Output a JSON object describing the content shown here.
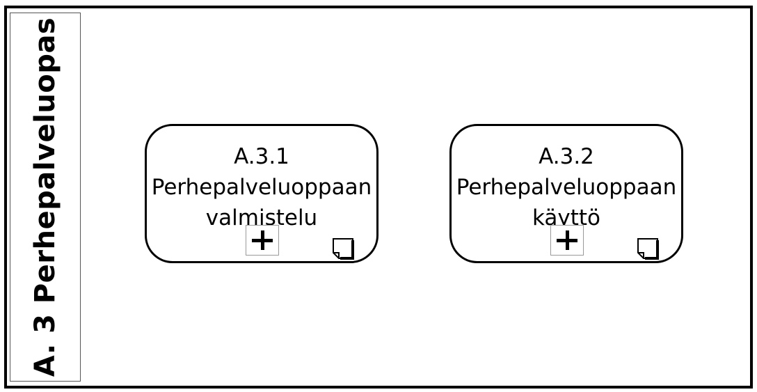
{
  "lane": {
    "label": "A. 3 Perhepalveluopas"
  },
  "tasks": [
    {
      "id": "A.3.1",
      "line1": "Perhepalveluoppaan",
      "line2": "valmistelu"
    },
    {
      "id": "A.3.2",
      "line1": "Perhepalveluoppaan",
      "line2": "käyttö"
    }
  ],
  "icons": {
    "subprocess_marker": "plus-icon",
    "document": "document-icon"
  }
}
